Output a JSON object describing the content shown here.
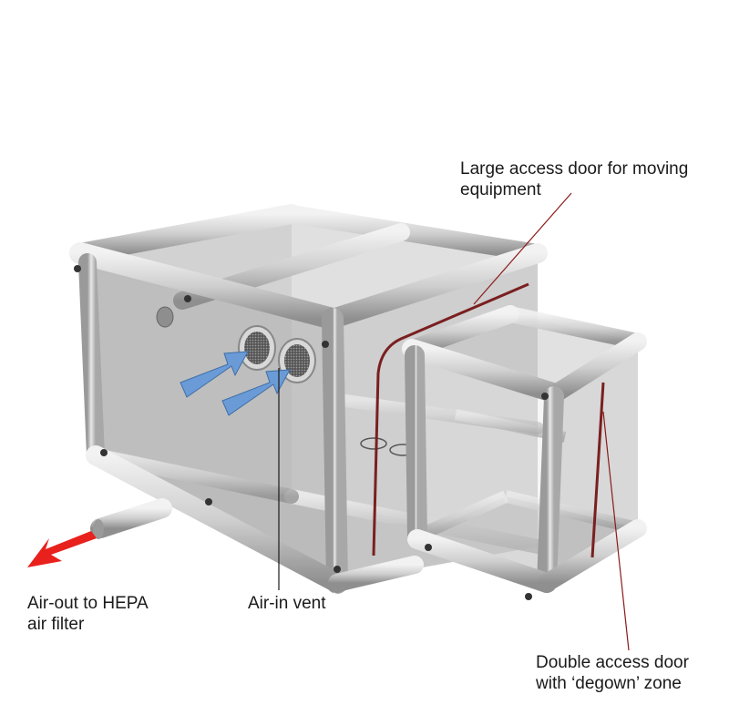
{
  "labels": {
    "large_door": "Large access door for moving\nequipment",
    "air_out": "Air-out to HEPA\nair filter",
    "air_in": "Air-in vent",
    "double_door": "Double access door\nwith ‘degown’ zone"
  },
  "colors": {
    "tube": "#cfcfcf",
    "tube_edge": "#7a7a7a",
    "panel": "#b9b9b9",
    "floor": "#a9a9a9",
    "door_seal": "#7a1f1f",
    "leader_line": "#8b1a1a",
    "air_in_arrow": "#6b9bd6",
    "air_out_arrow": "#e8211d",
    "text": "#1a1a1a"
  }
}
